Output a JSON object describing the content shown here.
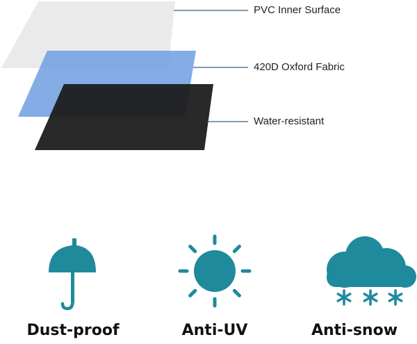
{
  "layers": [
    {
      "label": "PVC Inner Surface",
      "color": "#e6e6e6"
    },
    {
      "label": "420D Oxford Fabric",
      "color": "#6f9ee0"
    },
    {
      "label": "Water-resistant",
      "color": "#1e1e1e"
    }
  ],
  "features": [
    {
      "label": "Dust-proof",
      "icon": "umbrella-icon"
    },
    {
      "label": "Anti-UV",
      "icon": "sun-icon"
    },
    {
      "label": "Anti-snow",
      "icon": "snow-cloud-icon"
    }
  ],
  "colors": {
    "icon": "#1f8a9c",
    "leader_line": "#2a5f8a",
    "text": "#1f1f1f"
  }
}
